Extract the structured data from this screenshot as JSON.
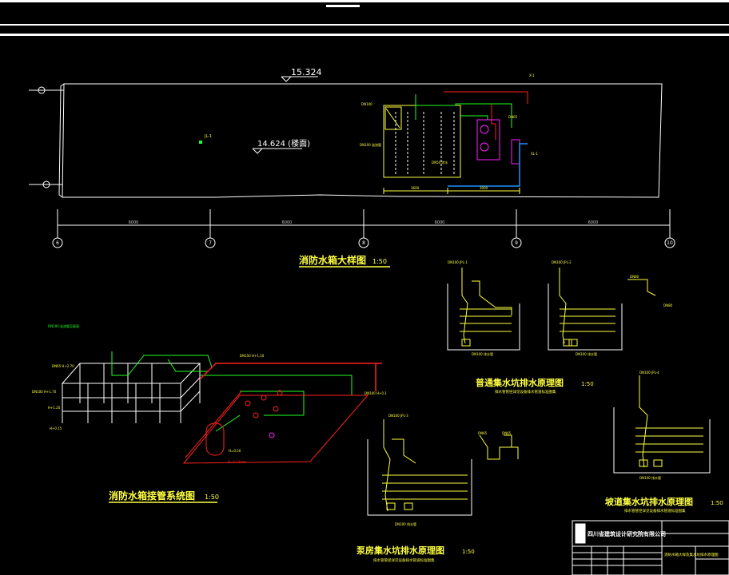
{
  "plan": {
    "level_top": "15.324",
    "level_floor": "14.624 (楼面)",
    "grid_labels": [
      "6",
      "7",
      "8",
      "9",
      "10"
    ],
    "dims": [
      "6000",
      "6000",
      "6000",
      "6000"
    ],
    "tank_dims": [
      "3600",
      "3000"
    ]
  },
  "titles": {
    "plan_title": "消防水箱大样图",
    "plan_scale": "1:50",
    "system_title": "消防水箱接管系统图",
    "system_scale": "1:50",
    "pit_normal_title": "普通集水坑排水原理图",
    "pit_normal_scale": "1:50",
    "pit_normal_note": "排水管管径详见设备排水管道标准图集",
    "pit_pump_title": "泵房集水坑排水原理图",
    "pit_pump_scale": "1:50",
    "pit_pump_note": "排水管管径详见设备排水管道标准图集",
    "pit_ramp_title": "坡道集水坑排水原理图",
    "pit_ramp_scale": "1:50",
    "pit_ramp_note": "排水管管径详见设备排水管道标准图集"
  },
  "title_block": {
    "company": "四川省建筑设计研究院有限公司",
    "drawing_name": "消防水箱大样及集水坑排水原理图"
  },
  "colors": {
    "background": "#000000",
    "line": "#ffffff",
    "fire_pipe": "#ff2020",
    "water_pipe": "#20ff20",
    "drain_pipe": "#1e90ff",
    "equipment": "#ff20ff",
    "annotation": "#ffff40",
    "text_dim": "#c8c8c8"
  }
}
